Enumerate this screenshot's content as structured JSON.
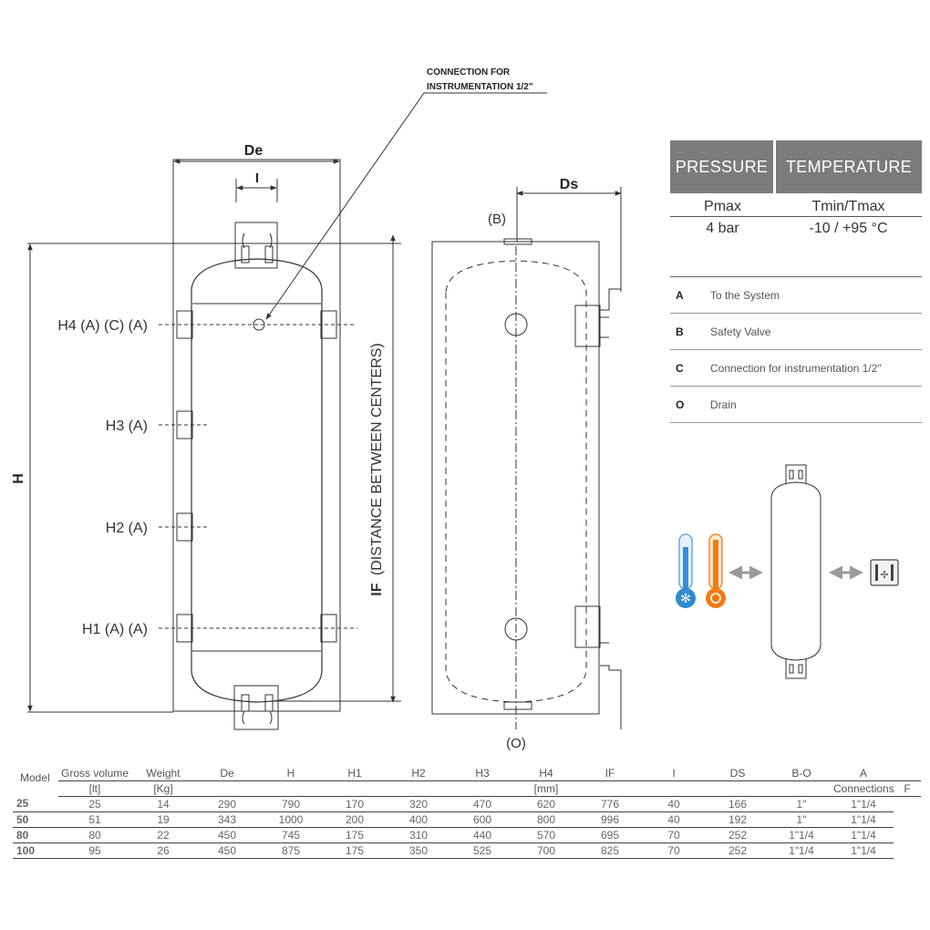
{
  "callout": {
    "line1": "Connection for",
    "line2": "instrumentation 1/2\""
  },
  "front_view": {
    "de_label": "De",
    "i_label": "I",
    "h_label": "H",
    "if_label_bold": "IF",
    "if_label_rest": "(DISTANCE BETWEEN CENTERS)",
    "connections": [
      "H4 (A) (C) (A)",
      "H3 (A)",
      "H2 (A)",
      "H1 (A) (A)"
    ]
  },
  "side_view": {
    "ds_label": "Ds",
    "top_label": "(B)",
    "bottom_label": "(O)"
  },
  "pressure_temperature": {
    "headers": [
      "PRESSURE",
      "TEMPERATURE"
    ],
    "sub": [
      "Pmax",
      "Tmin/Tmax"
    ],
    "values": [
      "4 bar",
      "-10 / +95 °C"
    ]
  },
  "legend": [
    {
      "code": "A",
      "desc": "To the System"
    },
    {
      "code": "B",
      "desc": "Safety Valve"
    },
    {
      "code": "C",
      "desc": "Connection for instrumentation 1/2\""
    },
    {
      "code": "O",
      "desc": "Drain"
    }
  ],
  "schematic": {
    "cold_thermometer_icon": "cold-thermometer-icon",
    "hot_thermometer_icon": "hot-thermometer-icon",
    "heat_exchange_icon": "radiator-icon"
  },
  "table": {
    "headers": [
      "Model",
      "Gross volume",
      "Weight",
      "De",
      "H",
      "H1",
      "H2",
      "H3",
      "H4",
      "IF",
      "I",
      "DS",
      "B-O",
      "A"
    ],
    "units": {
      "volume": "[lt]",
      "weight": "[Kg]",
      "mm": "[mm]",
      "connections": "Connections",
      "f": "F"
    },
    "rows": [
      [
        "25",
        "25",
        "14",
        "290",
        "790",
        "170",
        "320",
        "470",
        "620",
        "776",
        "40",
        "166",
        "1\"",
        "1\"1/4"
      ],
      [
        "50",
        "51",
        "19",
        "343",
        "1000",
        "200",
        "400",
        "600",
        "800",
        "996",
        "40",
        "192",
        "1\"",
        "1\"1/4"
      ],
      [
        "80",
        "80",
        "22",
        "450",
        "745",
        "175",
        "310",
        "440",
        "570",
        "695",
        "70",
        "252",
        "1\"1/4",
        "1\"1/4"
      ],
      [
        "100",
        "95",
        "26",
        "450",
        "875",
        "175",
        "350",
        "525",
        "700",
        "825",
        "70",
        "252",
        "1\"1/4",
        "1\"1/4"
      ]
    ]
  }
}
